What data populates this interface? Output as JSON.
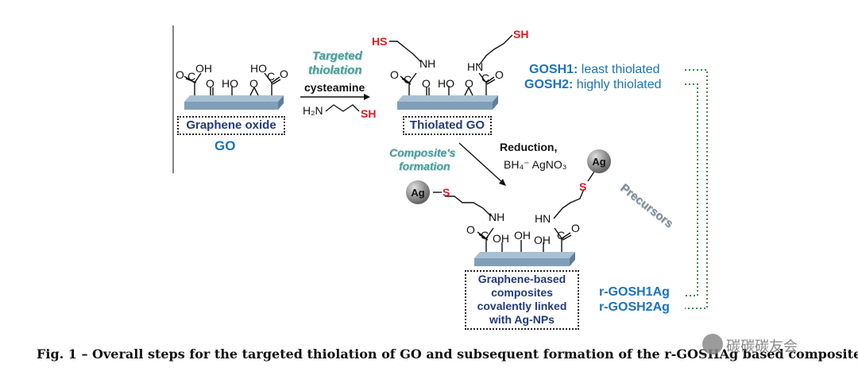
{
  "go": {
    "groups": {
      "oh": "OH",
      "c1": "C",
      "o1": "O",
      "o2": "O",
      "ho1": "HO",
      "ho2": "HO",
      "c2": "C",
      "o3": "O",
      "o4": "O"
    },
    "box_label": "Graphene oxide",
    "abbr": "GO"
  },
  "step1": {
    "label_line1": "Targeted",
    "label_line2": "thiolation",
    "reagent": "cysteamine",
    "h2n": "H₂N",
    "sh": "SH"
  },
  "thiolated": {
    "hs": "HS",
    "sh": "SH",
    "nh": "NH",
    "hn": "HN",
    "o_left": "O",
    "c_left": "C",
    "o_mid1": "O",
    "ho": "HO",
    "o_mid2": "O",
    "c_right": "C",
    "o_right": "O",
    "box_label": "Thiolated GO"
  },
  "legend": {
    "gosh1_name": "GOSH1:",
    "gosh1_desc": "least thiolated",
    "gosh2_name": "GOSH2:",
    "gosh2_desc": "highly thiolated"
  },
  "step2": {
    "label_line1": "Composite's",
    "label_line2": "formation",
    "reduction_line1": "Reduction,",
    "reduction_line2": "BH₄⁻ AgNO₃"
  },
  "composite": {
    "ag_left": "Ag",
    "ag_right": "Ag",
    "s_left": "S",
    "s_right": "S",
    "nh": "NH",
    "hn": "HN",
    "o_left": "O",
    "c_left": "C",
    "oh1": "OH",
    "oh2": "OH",
    "oh3": "OH",
    "c_right": "C",
    "o_right": "O",
    "box_lines": [
      "Graphene-based",
      "composites",
      "covalently linked",
      "with Ag-NPs"
    ]
  },
  "precursors": "Precursors",
  "products": {
    "r1": "r-GOSH1Ag",
    "r2": "r-GOSH2Ag"
  },
  "caption": "Fig. 1 – Overall steps for the targeted thiolation of GO and subsequent formation of the r-GOSHAg based composites.",
  "watermark": "碳碳碳友会",
  "colors": {
    "sheet": "#7f9fb8",
    "red": "#e8141e",
    "blue": "#1b73b7",
    "teal": "#4a9a9a",
    "navy": "#233a78"
  }
}
